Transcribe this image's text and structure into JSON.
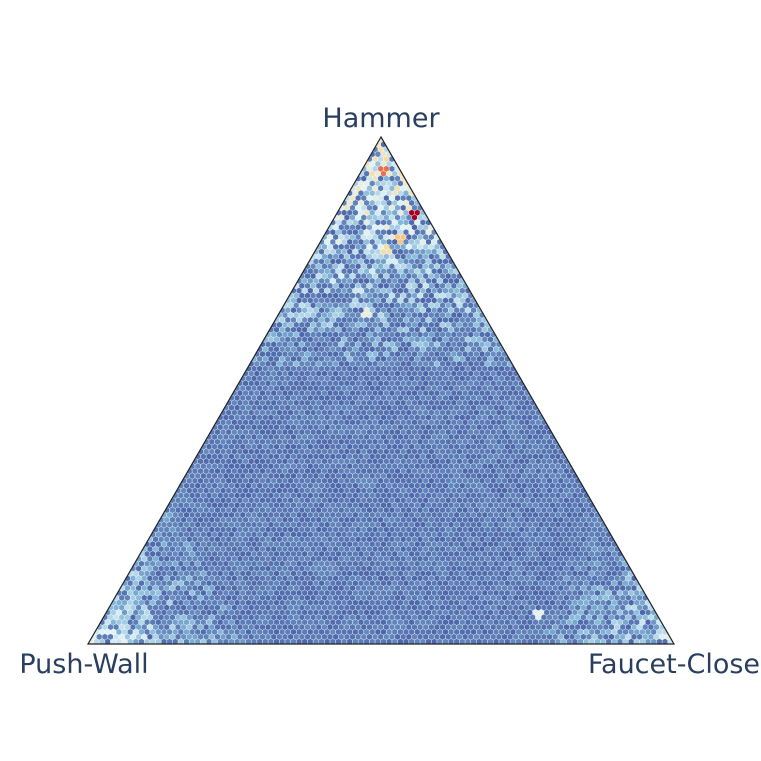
{
  "chart_data": {
    "type": "heatmap",
    "subtype": "ternary-hexbin",
    "title": "",
    "vertex_labels": {
      "top": "Hammer",
      "left": "Push-Wall",
      "right": "Faucet-Close"
    },
    "axis_range": [
      0,
      1
    ],
    "grid": false,
    "legend": "none",
    "colorscale": [
      "#3b4c9b",
      "#7fb3d6",
      "#e0f3f8",
      "#fdd68a",
      "#d73027",
      "#a50026"
    ],
    "cell_density_pattern": {
      "note_free": true,
      "base_level": 0.05,
      "hotspots": [
        {
          "hammer": 0.93,
          "push_wall": 0.03,
          "faucet_close": 0.04,
          "level": 0.72
        },
        {
          "hammer": 0.85,
          "push_wall": 0.02,
          "faucet_close": 0.13,
          "level": 1.0
        },
        {
          "hammer": 0.8,
          "push_wall": 0.07,
          "faucet_close": 0.13,
          "level": 0.62
        },
        {
          "hammer": 0.78,
          "push_wall": 0.1,
          "faucet_close": 0.12,
          "level": 0.55
        },
        {
          "hammer": 0.65,
          "push_wall": 0.2,
          "faucet_close": 0.15,
          "level": 0.45
        },
        {
          "hammer": 0.06,
          "push_wall": 0.2,
          "faucet_close": 0.74,
          "level": 0.42
        }
      ],
      "elevated_regions": [
        {
          "corner": "hammer",
          "from": 0.55,
          "level": 0.28
        },
        {
          "corner": "push_wall",
          "from": 0.72,
          "level": 0.22
        },
        {
          "corner": "faucet_close",
          "from": 0.75,
          "level": 0.2
        }
      ]
    }
  }
}
